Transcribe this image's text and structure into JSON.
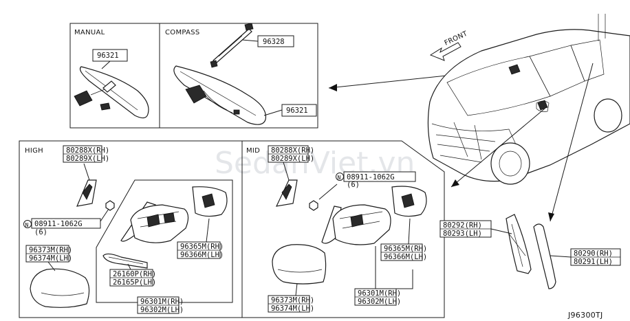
{
  "watermark": "SedanViet.vn",
  "sections": {
    "manual": "MANUAL",
    "compass": "COMPASS",
    "high": "HIGH",
    "mid": "MID"
  },
  "front_label": "FRONT",
  "diagram_id": "J96300TJ",
  "callouts": {
    "manual_96321": "96321",
    "compass_96328": "96328",
    "compass_96321": "96321",
    "high_80288x": "80288X(RH)",
    "high_80289x": "80289X(LH)",
    "high_nut_code": "N",
    "high_nut_number": "08911-1062G",
    "high_nut_qty": "(6)",
    "high_96373m": "96373M(RH)",
    "high_96374m": "96374M(LH)",
    "high_96365m": "96365M(RH)",
    "high_96366m": "96366M(LH)",
    "high_26160p": "26160P(RH)",
    "high_26165p": "26165P(LH)",
    "high_96301m": "96301M(RH)",
    "high_96302m": "96302M(LH)",
    "mid_80288x": "80288X(RH)",
    "mid_80289x": "80289X(LH)",
    "mid_nut_code": "N",
    "mid_nut_number": "08911-1062G",
    "mid_nut_qty": "(6)",
    "mid_96365m": "96365M(RH)",
    "mid_96366m": "96366M(LH)",
    "mid_96373m": "96373M(RH)",
    "mid_96374m": "96374M(LH)",
    "mid_96301m": "96301M(RH)",
    "mid_96302m": "96302M(LH)",
    "side_80292": "80292(RH)",
    "side_80293": "80293(LH)",
    "side_80290": "80290(RH)",
    "side_80291": "80291(LH)"
  }
}
